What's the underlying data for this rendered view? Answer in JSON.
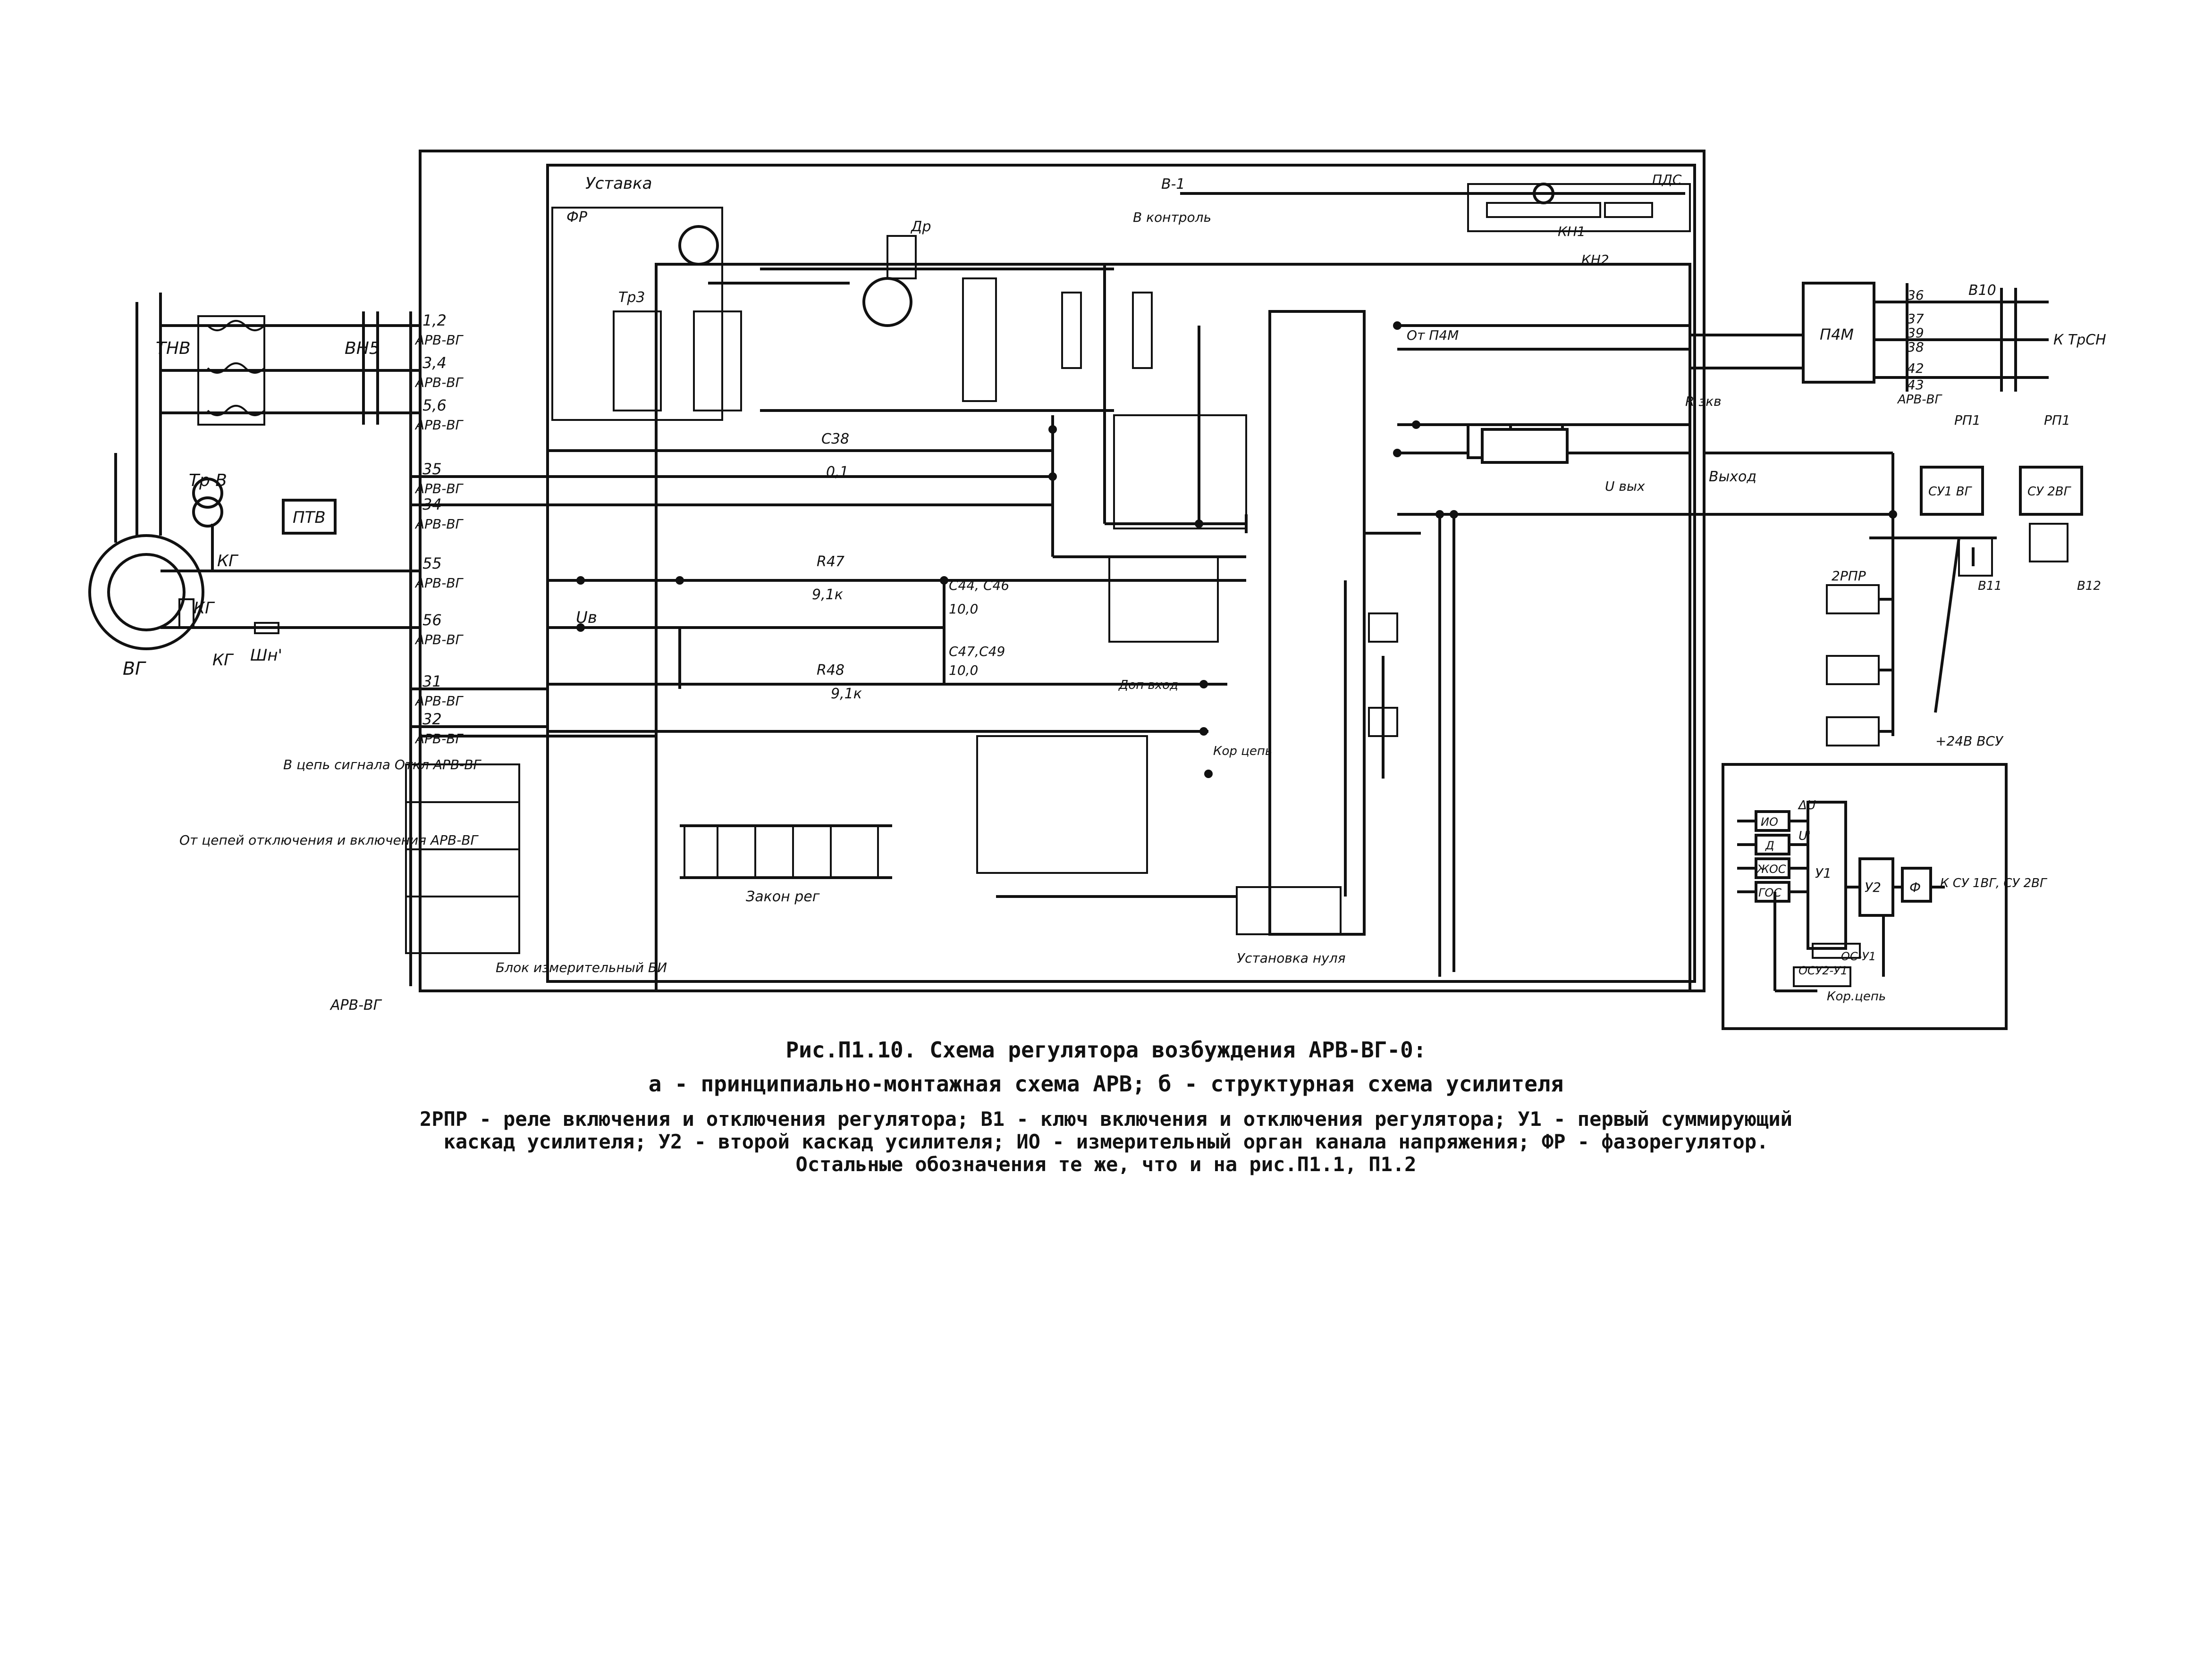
{
  "labels": {
    "tnv": "ТНВ",
    "vn5": "ВН5",
    "trv": "Тр В",
    "ptv": "ПТВ",
    "kg": "КГ",
    "kg2": "КГ",
    "kg3": "КГ",
    "shn": "Шн'",
    "vg": "ВГ",
    "ustavka": "Уставка",
    "fr": "ФР",
    "tr3": "Тр3",
    "dr": "Др",
    "v1_ctrl": "В-1",
    "v_control": "В контроль",
    "pds": "ПДС",
    "kn1": "КН1",
    "kn2": "КН2",
    "p4m": "П4М",
    "v10": "В10",
    "ktrsn": "К ТрСН",
    "rp1a": "РП1",
    "rp1b": "РП1",
    "su1vg": "СУ1 ВГ",
    "su2vg": "СУ 2ВГ",
    "b11": "В11",
    "b12": "В12",
    "plus24": "+24В ВСУ",
    "v_signal": "В цепь сигнала Откл АРВ-ВГ",
    "ot_cepei": "От цепей отключения и включения АРВ-ВГ",
    "blok": "Блок измерительный БИ",
    "arv_bottom": "АРВ-ВГ",
    "zakon_reg": "Закон рег",
    "ustanovka_nulya": "Установка нуля",
    "vyhod": "Выход",
    "r_zkv": "R зкв",
    "u_vyh": "U вых",
    "kor_cep": "Кор цепь",
    "dop_vhod": "Доп вход",
    "r47": "R47",
    "r48": "R48",
    "c38": "С38",
    "r47v": "9,1к",
    "r48v": "9,1к",
    "c38v": "0,1",
    "c44": "С44, С46",
    "c47": "С47,С49",
    "c44v": "10,0",
    "c47v": "10,0",
    "ub": "Uв",
    "ot_p4m": "От П4М",
    "rpr2": "2РПР"
  },
  "terminals": [
    "1,2",
    "3,4",
    "5,6",
    "35",
    "34",
    "55",
    "56",
    "31",
    "32"
  ],
  "terminal_tag": "АРВ-ВГ",
  "right_terminals": [
    "36",
    "37",
    "39",
    "38",
    "42",
    "43"
  ],
  "right_tag": "АРВ-ВГ",
  "structure": {
    "title": "",
    "blocks": [
      "ИО",
      "Д",
      "ЖОС",
      "ГОС",
      "У1",
      "У2",
      "Ф"
    ],
    "du": "ΔU",
    "u_prime": "U'",
    "os_u1": "ОС-У1",
    "os_u2": "ОСУ2-У1",
    "kor_cep": "Кор.цепь",
    "out": "К СУ 1ВГ, СУ 2ВГ"
  },
  "caption": {
    "title": "Рис.П1.10. Схема регулятора возбуждения АРВ-ВГ-0:",
    "subtitle": "а - принципиально-монтажная схема АРВ;  б - структурная схема усилителя",
    "legend_1": "2РПР - реле включения и отключения регулятора; В1 - ключ включения и отключения регулятора; У1 - первый суммирующий",
    "legend_2": "каскад усилителя; У2 - второй каскад усилителя; ИО - измерительный орган канала напряжения; ФР - фазорегулятор.",
    "legend_3": "Остальные обозначения те же, что и на рис.П1.1, П1.2"
  }
}
